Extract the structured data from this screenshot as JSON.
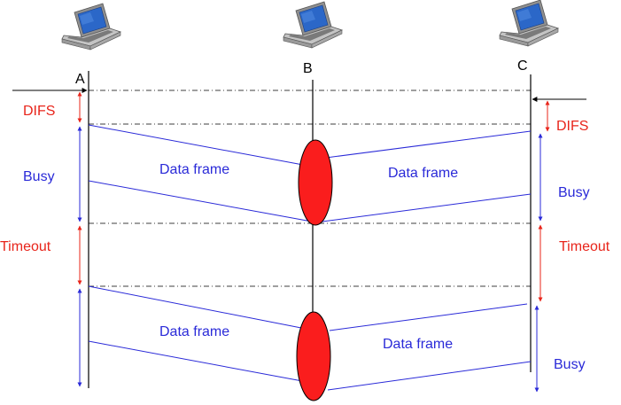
{
  "nodes": [
    {
      "label": "A"
    },
    {
      "label": "B"
    },
    {
      "label": "C"
    }
  ],
  "annotations": {
    "a_difs": "DIFS",
    "a_busy": "Busy",
    "a_timeout": "Timeout",
    "c_difs": "DIFS",
    "c_busy_1": "Busy",
    "c_timeout": "Timeout",
    "c_busy_2": "Busy"
  },
  "frames": {
    "a_first": "Data frame",
    "c_first": "Data frame",
    "a_second": "Data frame",
    "c_second": "Data frame"
  },
  "colors": {
    "timing_red": "#e8241a",
    "frame_blue": "#2a2ad8",
    "collision_fill": "#fa1d1d",
    "line": "#000000",
    "laptop_screen": "#2b67c8",
    "laptop_body": "#b8b8b8"
  },
  "icons": [
    "laptop-icon",
    "laptop-icon",
    "laptop-icon"
  ]
}
